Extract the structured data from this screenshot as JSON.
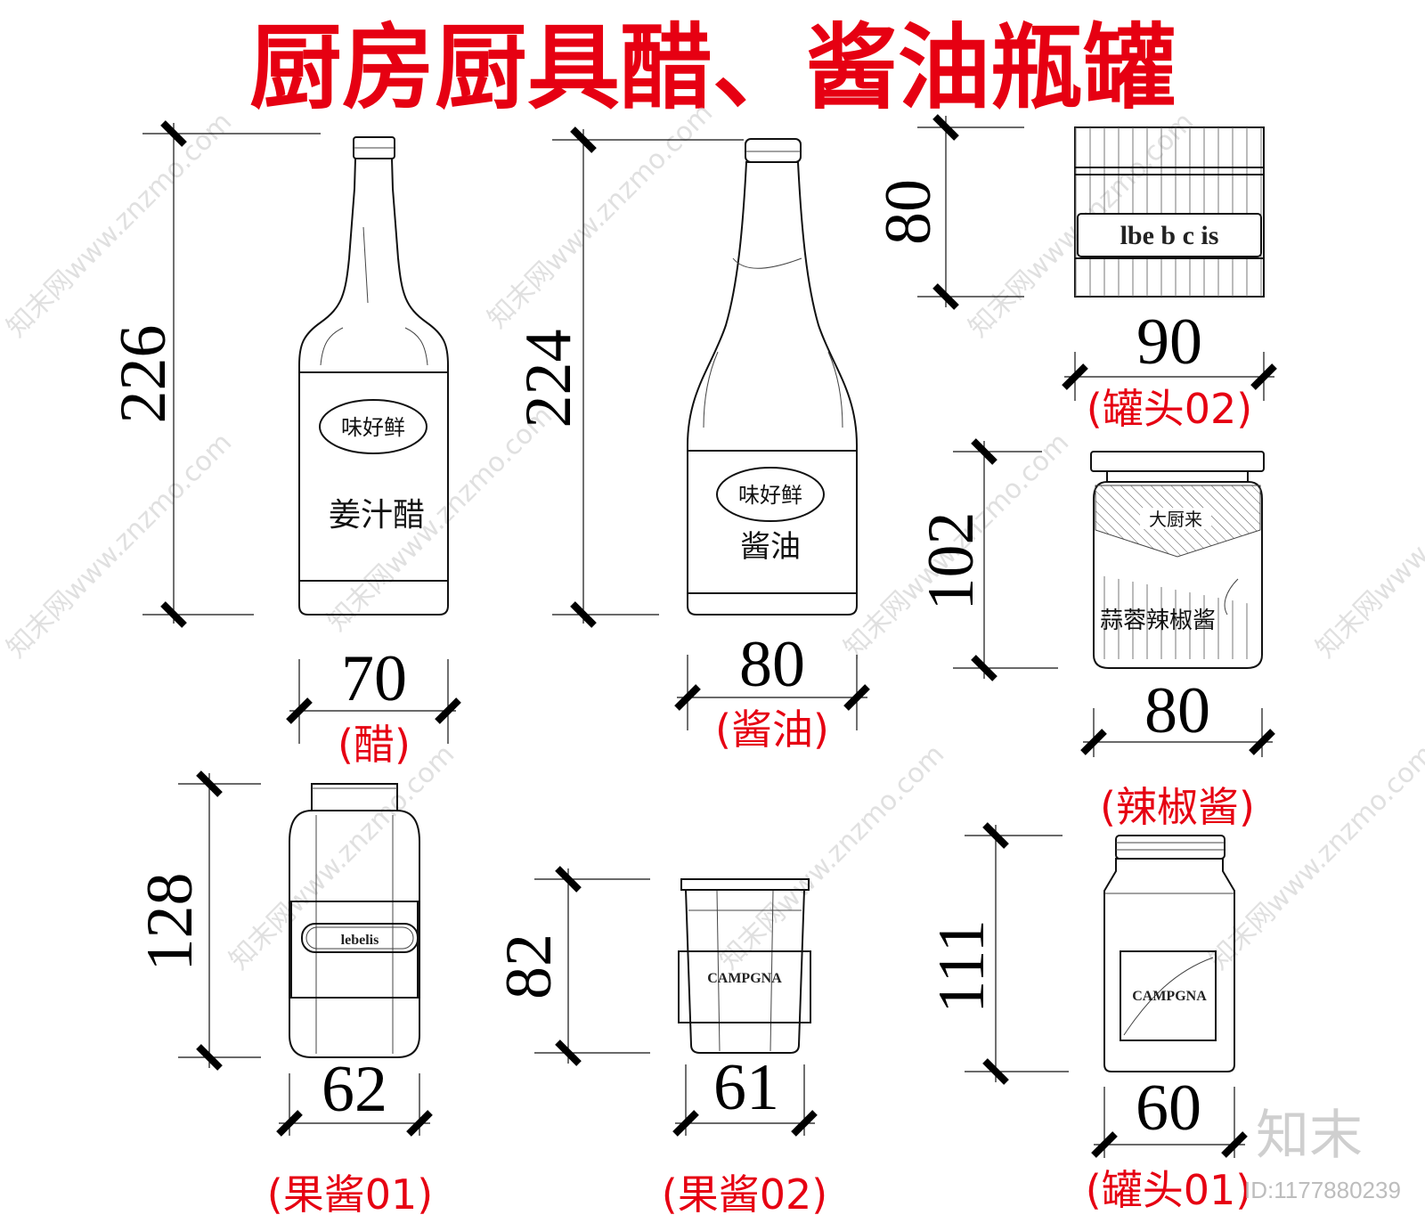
{
  "title": "厨房厨具醋、酱油瓶罐",
  "watermark": {
    "text": "知末网www.znzmo.com",
    "logo_text": "知末",
    "id_text": "ID:1177880239"
  },
  "items": {
    "vinegar": {
      "height": "226",
      "width": "70",
      "caption": "(醋)",
      "brand": "味好鲜",
      "product": "姜汁醋"
    },
    "soy": {
      "height": "224",
      "width": "80",
      "caption": "(酱油)",
      "brand": "味好鲜",
      "product": "酱油"
    },
    "can02": {
      "height": "80",
      "width": "90",
      "caption": "(罐头02)",
      "label": "lbe b c is"
    },
    "chili": {
      "height": "102",
      "width": "80",
      "caption": "(辣椒酱)",
      "brand": "大厨来",
      "product": "蒜蓉辣椒酱"
    },
    "jam01": {
      "height": "128",
      "width": "62",
      "caption": "(果酱01)",
      "label": "lebelis"
    },
    "jam02": {
      "height": "82",
      "width": "61",
      "caption": "(果酱02)",
      "label": "CAMPGNA"
    },
    "can01": {
      "height": "111",
      "width": "60",
      "caption": "(罐头01)",
      "label": "CAMPGNA"
    }
  }
}
